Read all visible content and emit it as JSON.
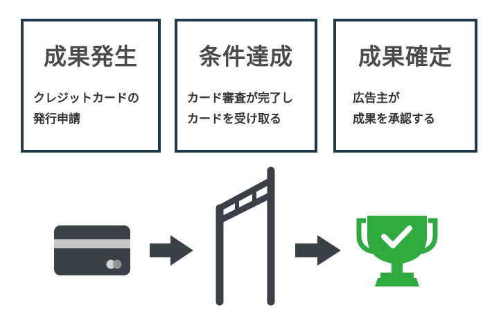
{
  "steps": [
    {
      "title": "成果発生",
      "desc_lines": [
        "クレジットカードの",
        "発行申請"
      ]
    },
    {
      "title": "条件達成",
      "desc_lines": [
        "カード審査が完了し",
        "カードを受け取る"
      ]
    },
    {
      "title": "成果確定",
      "desc_lines": [
        "広告主が",
        "成果を承認する"
      ]
    }
  ],
  "icons": {
    "step1": "credit-card-icon",
    "arrow": "right-arrow-icon",
    "step2": "finish-gate-icon",
    "step3": "trophy-check-icon"
  },
  "colors": {
    "border": "#1e3a4c",
    "title": "#4a4a4a",
    "text": "#333333",
    "icon_dark": "#3a4046",
    "trophy": "#2eaa3f"
  }
}
